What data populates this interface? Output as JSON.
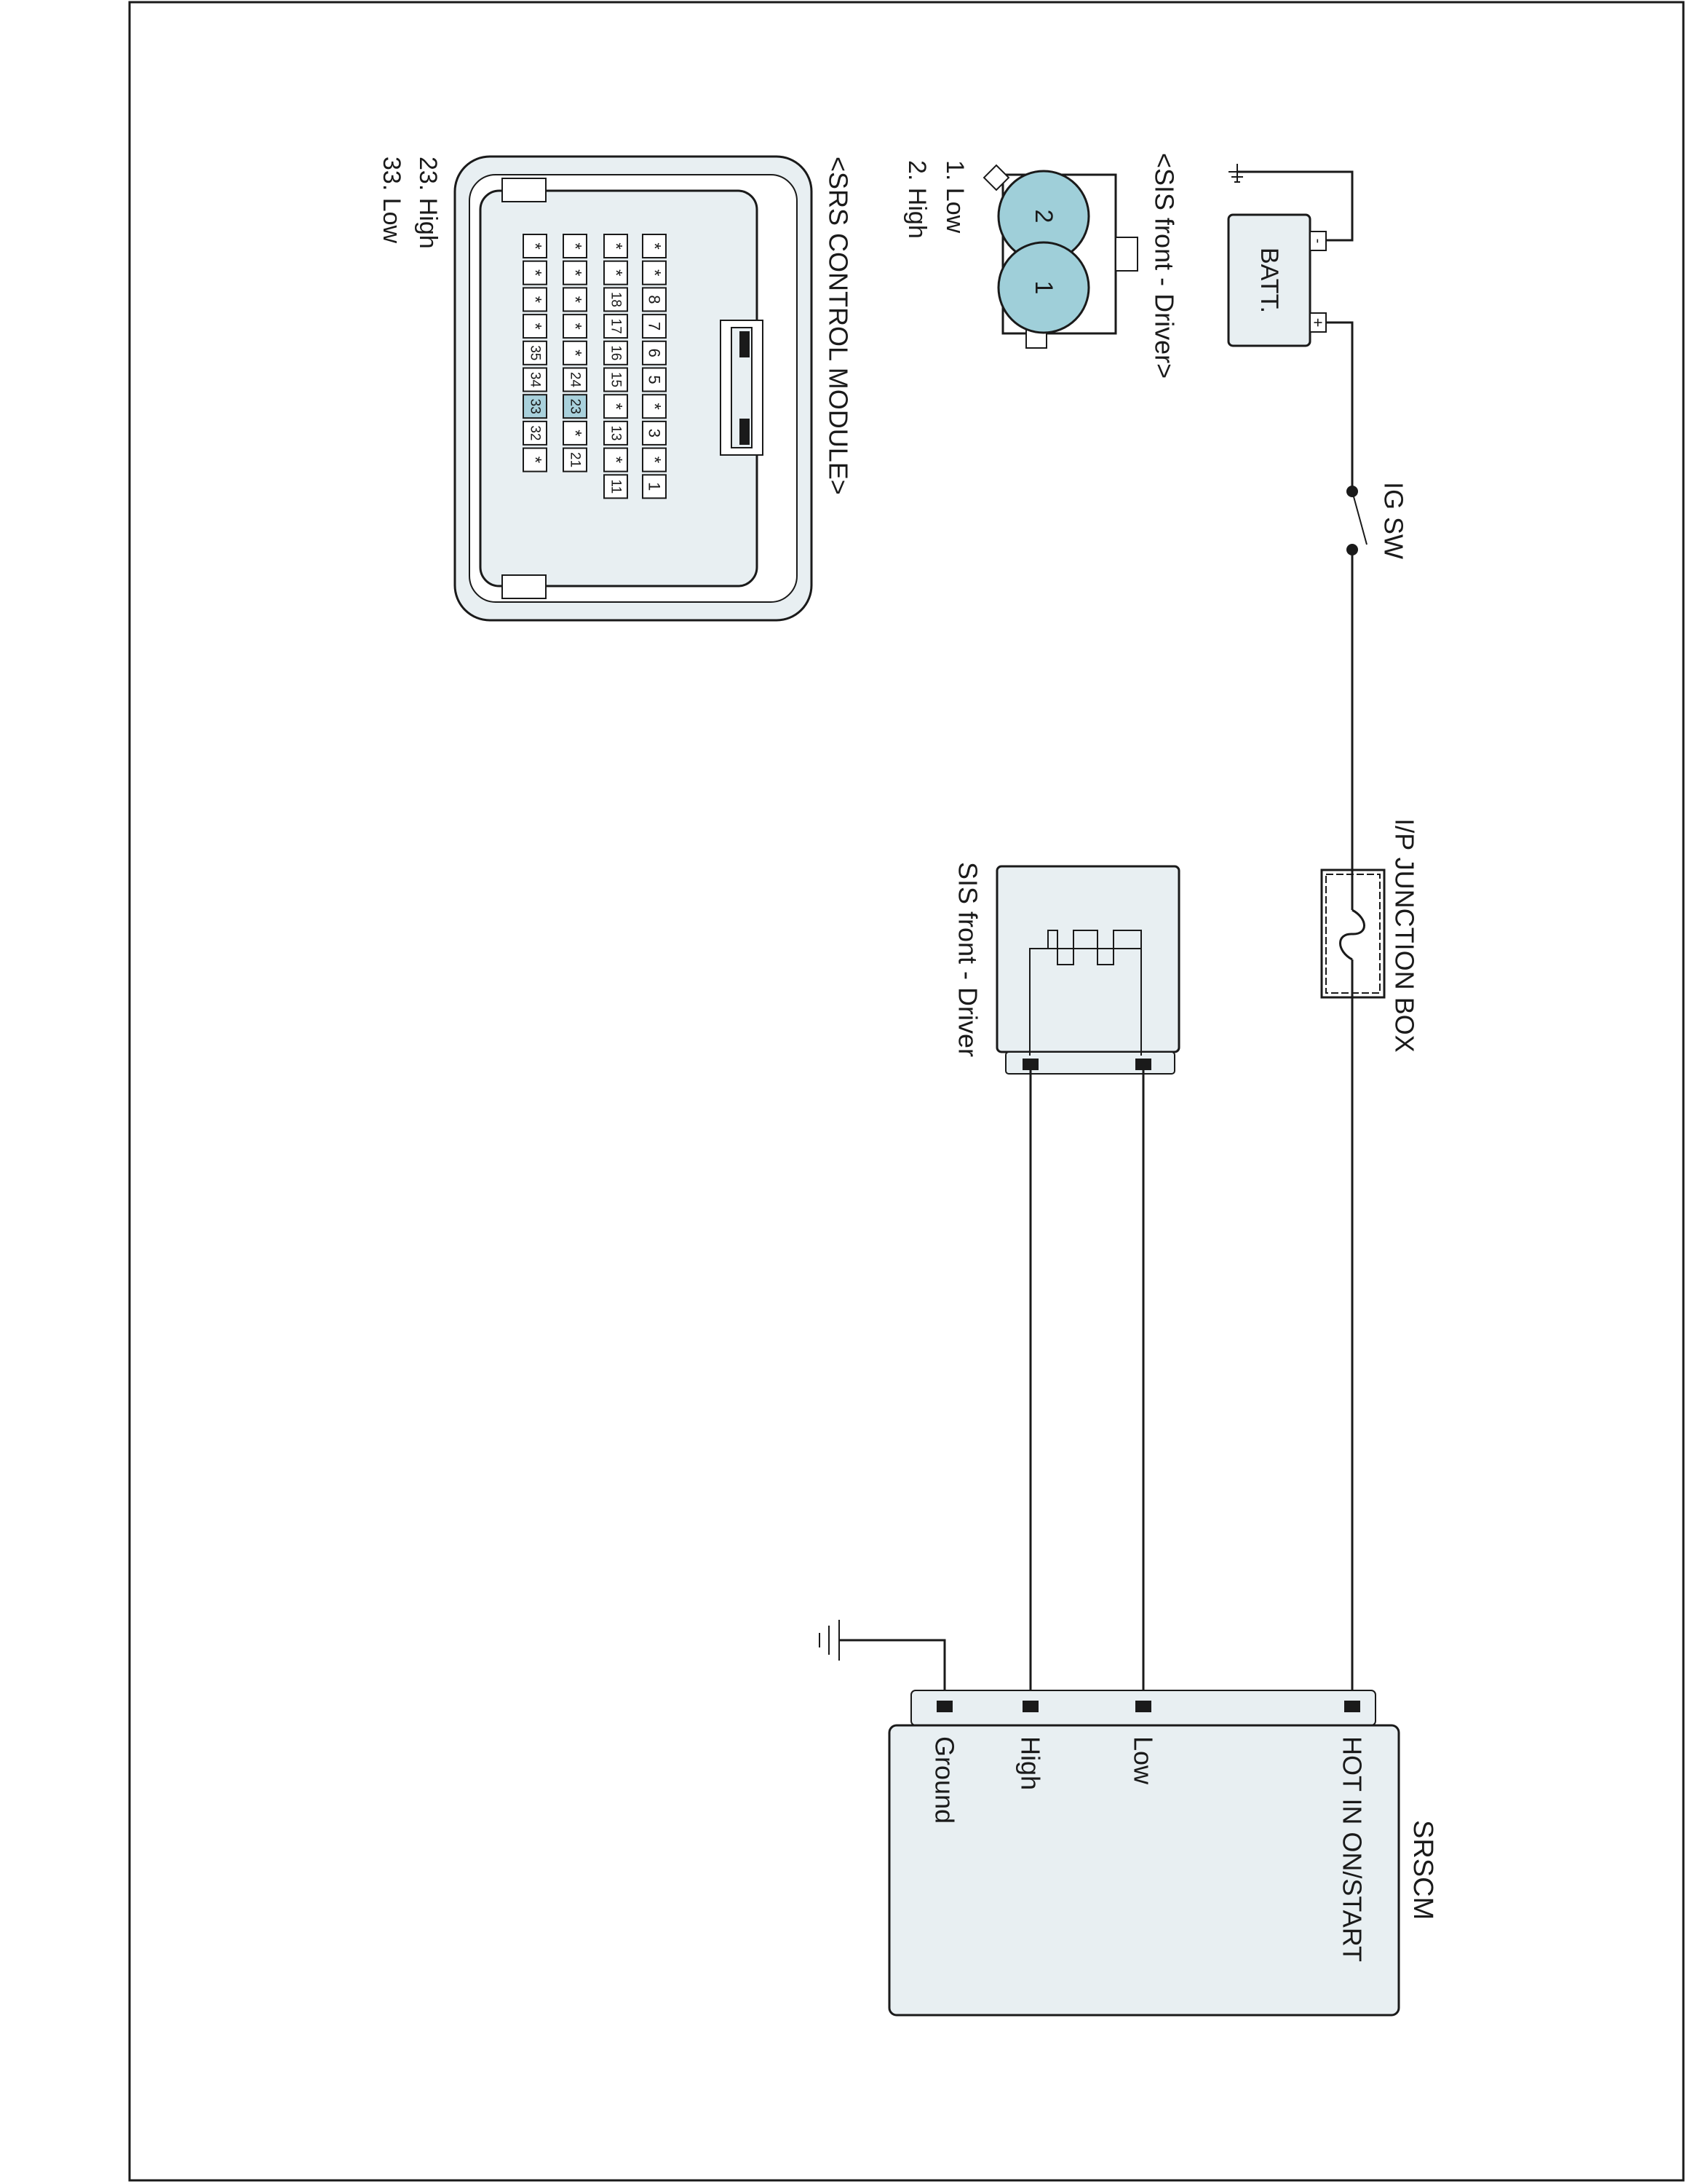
{
  "battery": {
    "label": "BATT.",
    "neg_symbol": "-",
    "pos_symbol": "+"
  },
  "ignition_switch": {
    "label": "IG SW"
  },
  "junction_box": {
    "label": "I/P JUNCTION BOX"
  },
  "sis_component": {
    "label": "SIS front - Driver"
  },
  "srscm": {
    "title": "SRSCM",
    "pins": [
      "HOT IN ON/START",
      "Low",
      "High",
      "Ground"
    ]
  },
  "sis_connector": {
    "title": "<SIS front - Driver>",
    "pin_numbers": [
      "2",
      "1"
    ],
    "legend": [
      "1. Low",
      "2. High"
    ]
  },
  "srs_connector": {
    "title": "<SRS CONTROL MODULE>",
    "legend": [
      "23. High",
      "33. Low"
    ],
    "rows": [
      [
        "*",
        "*",
        "8",
        "7",
        "6",
        "5",
        "*",
        "3",
        "*",
        "1"
      ],
      [
        "*",
        "*",
        "18",
        "17",
        "16",
        "15",
        "*",
        "13",
        "*",
        "11"
      ],
      [
        "*",
        "*",
        "*",
        "*",
        "*",
        "24",
        "23",
        "*",
        "21"
      ],
      [
        "*",
        "*",
        "*",
        "*",
        "35",
        "34",
        "33",
        "32",
        "*"
      ]
    ],
    "highlighted_pins": [
      "23",
      "33"
    ]
  },
  "colors": {
    "line": "#1a1a1a",
    "module_fill": "#e8eff2",
    "highlight": "#a9d1dc",
    "connector_fill": "#9fcfd9"
  }
}
